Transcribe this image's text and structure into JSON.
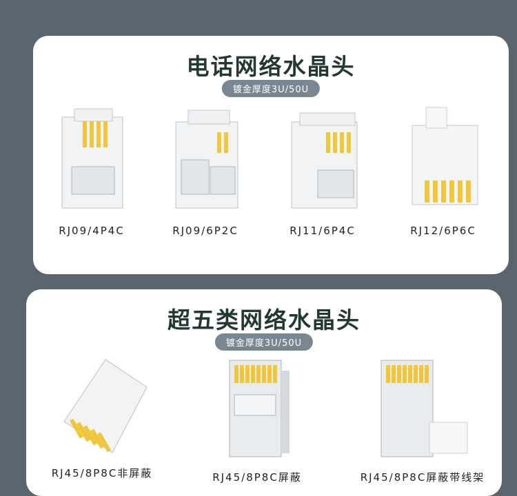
{
  "section1": {
    "title": "电话网络水晶头",
    "badge": "镀金厚度3U/50U",
    "products": [
      {
        "label": "RJ09/4P4C",
        "icon": "rj09-4p4c-connector"
      },
      {
        "label": "RJ09/6P2C",
        "icon": "rj09-6p2c-connector"
      },
      {
        "label": "RJ11/6P4C",
        "icon": "rj11-6p4c-connector"
      },
      {
        "label": "RJ12/6P6C",
        "icon": "rj12-6p6c-connector"
      }
    ]
  },
  "section2": {
    "title": "超五类网络水晶头",
    "badge": "镀金厚度3U/50U",
    "products": [
      {
        "label": "RJ45/8P8C非屏蔽",
        "icon": "rj45-unshielded-connector"
      },
      {
        "label": "RJ45/8P8C屏蔽",
        "icon": "rj45-shielded-connector"
      },
      {
        "label": "RJ45/8P8C屏蔽带线架",
        "icon": "rj45-shielded-with-load-bar-connector"
      }
    ]
  },
  "colors": {
    "background": "#59646c",
    "title": "#23382e",
    "badge": "#7a8791",
    "gold": "#f0c63a"
  }
}
